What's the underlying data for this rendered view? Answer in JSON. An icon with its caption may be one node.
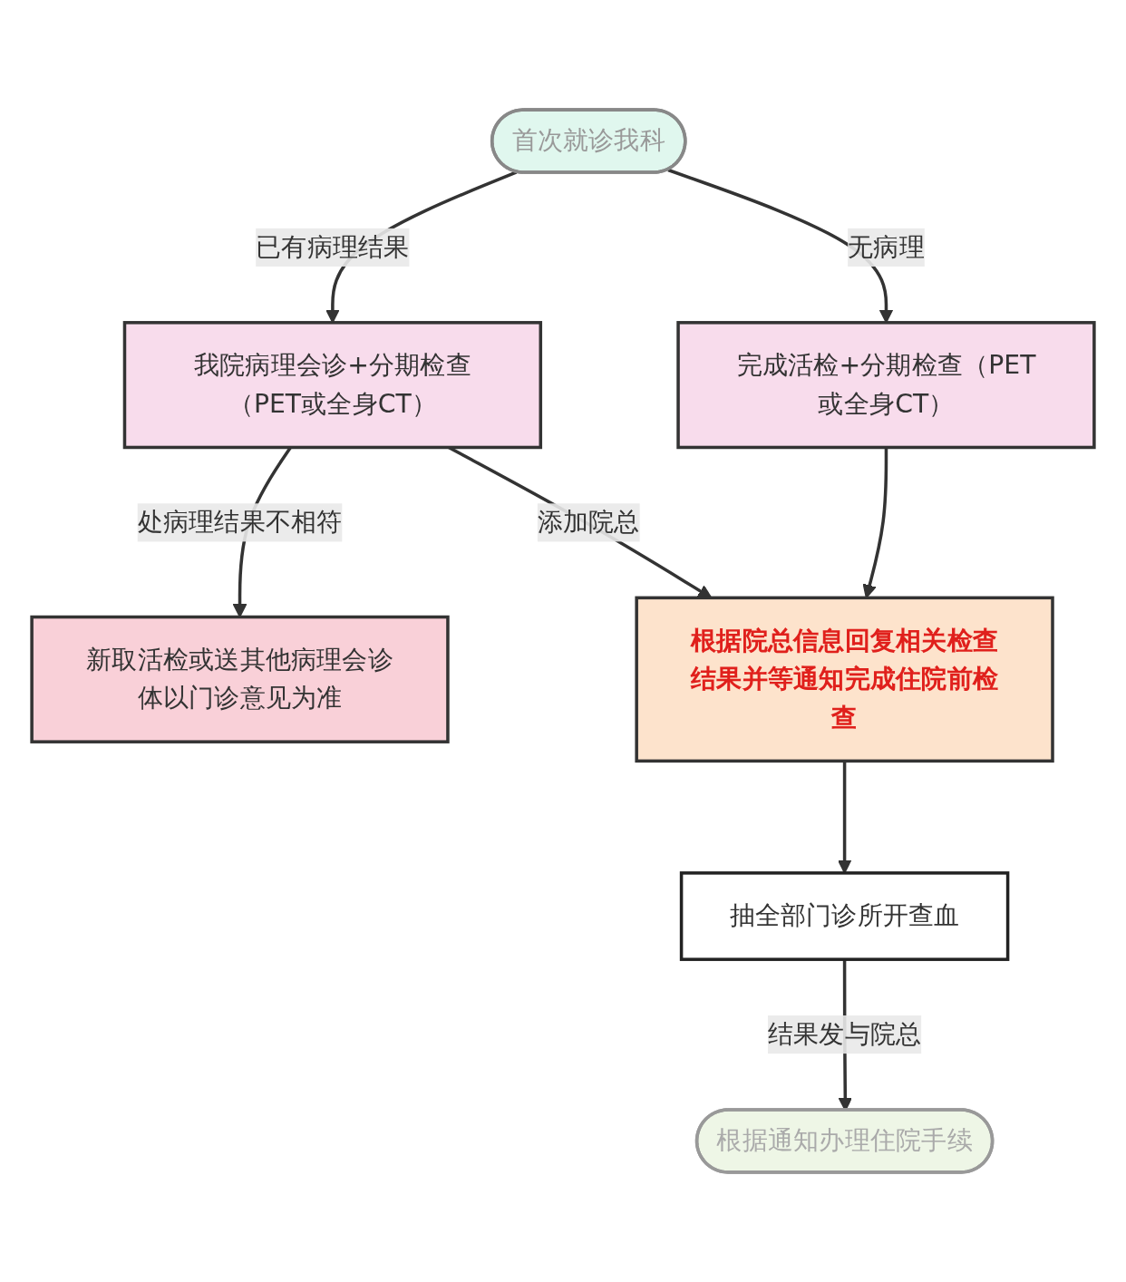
{
  "diagram": {
    "nodes": [
      {
        "text": [
          "首次就诊我科"
        ]
      },
      {
        "text": [
          "我院病理会诊+分期检查（PET或全身CT）"
        ]
      },
      {
        "text": [
          "完成活检+分期检查（PET或全身CT）"
        ]
      },
      {
        "text": [
          "新取活检或送其他病理会诊体以门诊意见为准"
        ]
      },
      {
        "text": [
          "根据院总信息回复相关检查结果并等通知完成住院前检查"
        ]
      },
      {
        "text": [
          "抽全部门诊所开查血"
        ]
      },
      {
        "text": [
          "根据通知办理住院手续"
        ]
      }
    ],
    "edges": [
      {
        "from": 0,
        "to": 1,
        "arrow": "to",
        "label": "已有病理结果"
      },
      {
        "from": 0,
        "to": 2,
        "arrow": "to",
        "label": "无病理"
      },
      {
        "from": 1,
        "to": 3,
        "arrow": "to",
        "label": "处病理结果不相符"
      },
      {
        "from": 1,
        "to": 4,
        "arrow": "to",
        "label": "添加院总"
      },
      {
        "from": 2,
        "to": 4,
        "arrow": "to"
      },
      {
        "from": 4,
        "to": 5,
        "arrow": "to"
      },
      {
        "from": 5,
        "to": 6,
        "arrow": "to",
        "label": "结果发与院总"
      }
    ]
  }
}
